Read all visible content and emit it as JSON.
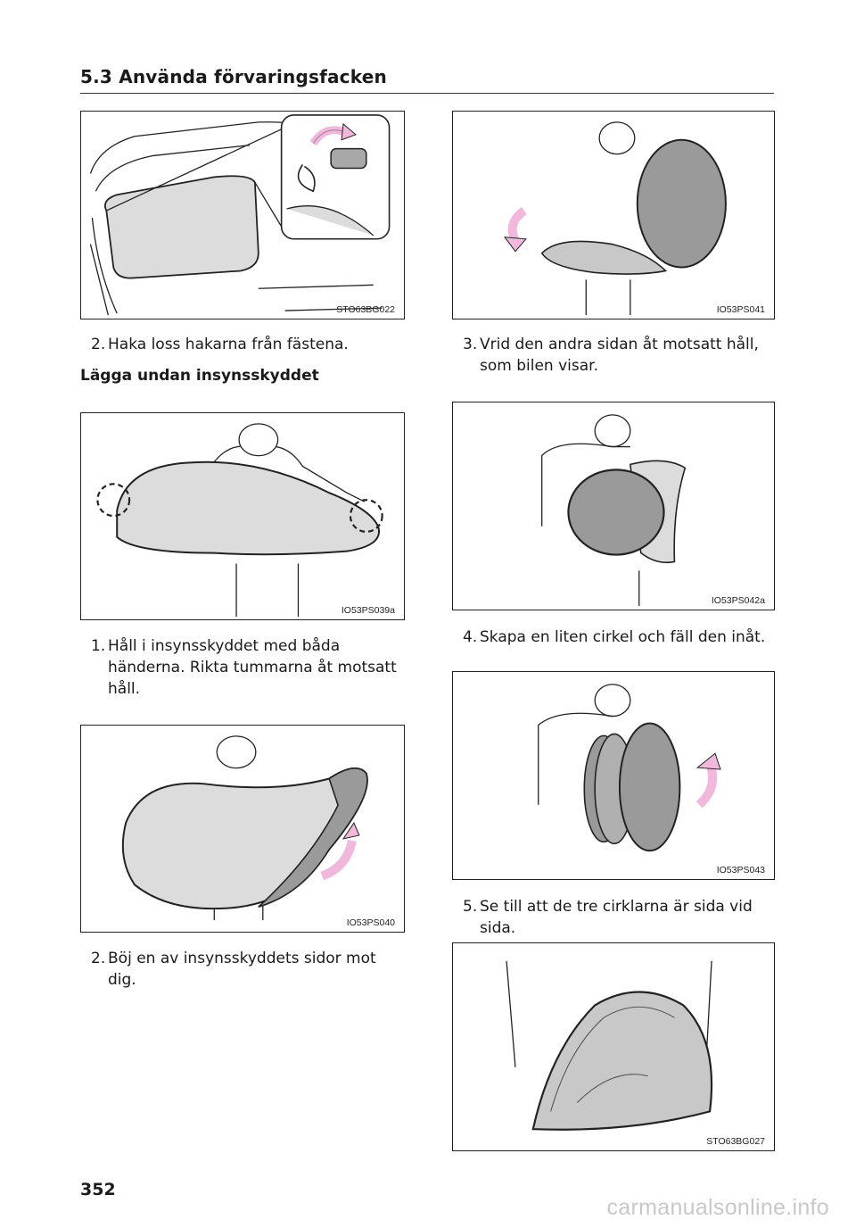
{
  "header": {
    "section_title": "5.3  Använda förvaringsfacken"
  },
  "left_column": {
    "fig1_code": "STO63BG022",
    "step_a": {
      "number": "2.",
      "text": "Haka loss hakarna från fästena."
    },
    "subheading": "Lägga undan insynsskyddet",
    "fig2_code": "IO53PS039a",
    "step_b": {
      "number": "1.",
      "text": "Håll i insynsskyddet med båda händerna. Rikta tummarna åt motsatt håll."
    },
    "fig3_code": "IO53PS040",
    "step_c": {
      "number": "2.",
      "text": "Böj en av insynsskyddets sidor mot dig."
    }
  },
  "right_column": {
    "fig4_code": "IO53PS041",
    "step_d": {
      "number": "3.",
      "text": "Vrid den andra sidan åt motsatt håll, som bilen visar."
    },
    "fig5_code": "IO53PS042a",
    "step_e": {
      "number": "4.",
      "text": "Skapa en liten cirkel och fäll den inåt."
    },
    "fig6_code": "IO53PS043",
    "step_f": {
      "number": "5.",
      "text": "Se till att de tre cirklarna är sida vid sida."
    },
    "fig7_code": "STO63BG027"
  },
  "footer": {
    "page_number": "352",
    "watermark": "carmanualsonline.info"
  },
  "colors": {
    "cover_fill": "#dcdcdc",
    "cover_dark": "#9a9a9a",
    "arrow_pink": "#f2b8dc"
  }
}
